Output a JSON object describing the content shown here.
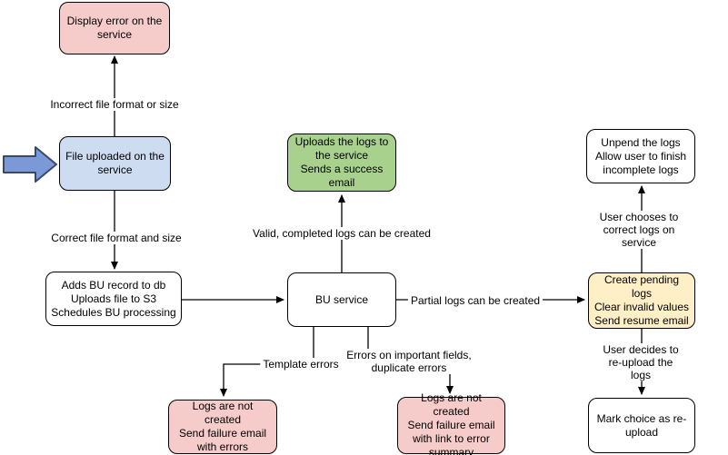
{
  "colors": {
    "background": "#FFFFFF",
    "node_border": "#000000",
    "edge_line": "#000000",
    "pink": "#F6CCCB",
    "blue": "#CDDCF0",
    "green": "#A9D18E",
    "yellow": "#FEEFC6",
    "white": "#FFFFFF",
    "entry_arrow_fill": "#7B99D6",
    "entry_arrow_border": "#394A66"
  },
  "nodes": {
    "display_error": {
      "text": "Display error on the\nservice",
      "fill": "#F6CCCB"
    },
    "file_uploaded": {
      "text": "File uploaded on the\nservice",
      "fill": "#CDDCF0"
    },
    "adds_bu": {
      "text": "Adds BU record to db\nUploads file to S3\nSchedules BU processing",
      "fill": "#FFFFFF"
    },
    "success": {
      "text": "Uploads the logs to\nthe service\nSends a success\nemail",
      "fill": "#A9D18E"
    },
    "bu_service": {
      "text": "BU service",
      "fill": "#FFFFFF"
    },
    "unpend": {
      "text": "Unpend the logs\nAllow user to finish\nincomplete logs",
      "fill": "#FFFFFF"
    },
    "pending": {
      "text": "Create pending logs\nClear invalid values\nSend resume email",
      "fill": "#FEEFC6"
    },
    "mark_reupload": {
      "text": "Mark choice as re-\nupload",
      "fill": "#FFFFFF"
    },
    "fail_template": {
      "text": "Logs are not created\nSend failure email\nwith errors",
      "fill": "#F6CCCB"
    },
    "fail_fields": {
      "text": "Logs are not created\nSend failure email\nwith link to error\nsummary",
      "fill": "#F6CCCB"
    }
  },
  "edge_labels": {
    "incorrect": "Incorrect file format or size",
    "correct": "Correct file format and size",
    "valid": "Valid, completed logs can be created",
    "partial": "Partial logs can be created",
    "template": "Template errors",
    "important": "Errors on important fields,\nduplicate errors",
    "choose_correct": "User chooses to correct logs on service",
    "reupload": "User decides to re-upload the logs"
  }
}
